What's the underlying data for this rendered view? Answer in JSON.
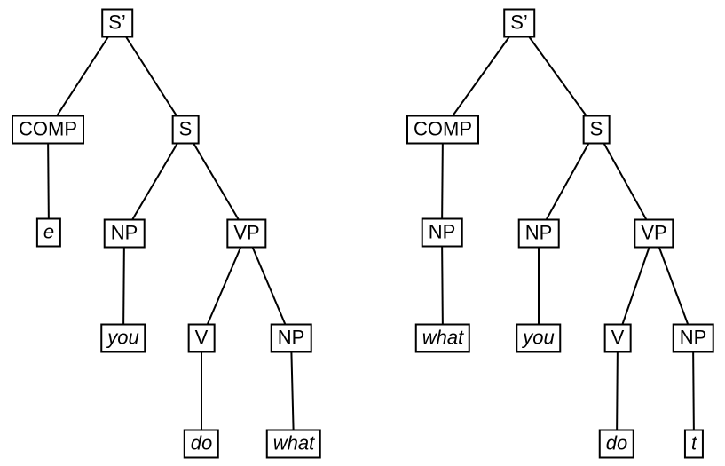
{
  "trees": {
    "left": {
      "nodes": {
        "s_bar": "S’",
        "comp": "COMP",
        "s": "S",
        "e": "e",
        "np_subject": "NP",
        "vp": "VP",
        "you": "you",
        "v": "V",
        "np_object": "NP",
        "do": "do",
        "what": "what"
      }
    },
    "right": {
      "nodes": {
        "s_bar": "S’",
        "comp": "COMP",
        "s": "S",
        "np_comp": "NP",
        "what": "what",
        "np_subject": "NP",
        "you": "you",
        "vp": "VP",
        "v": "V",
        "np_object": "NP",
        "do": "do",
        "t": "t"
      }
    }
  }
}
